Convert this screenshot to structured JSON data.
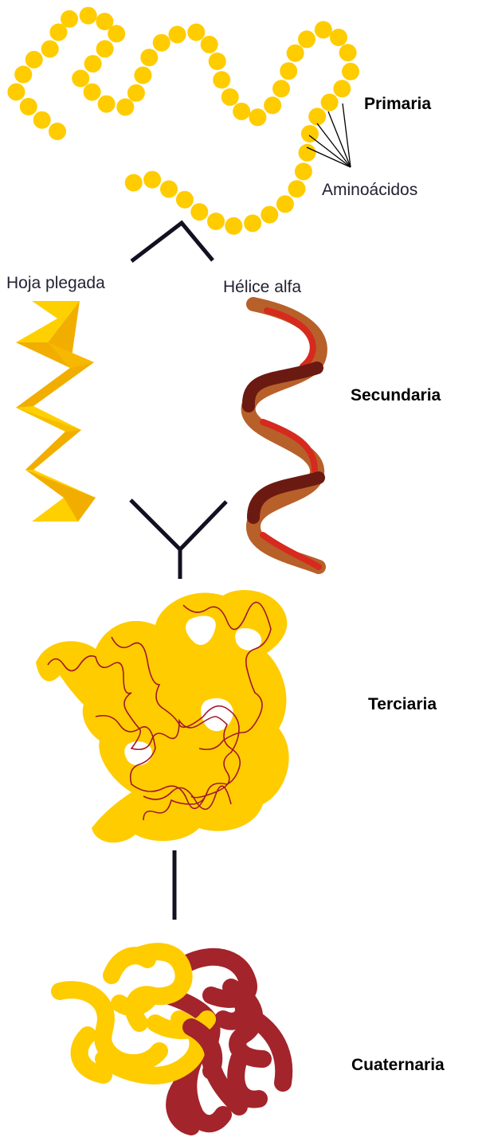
{
  "labels": {
    "primary": "Primaria",
    "amino": "Aminoácidos",
    "sheet": "Hoja plegada",
    "helix": "Hélice alfa",
    "secondary": "Secundaria",
    "tertiary": "Terciaria",
    "quaternary": "Cuaternaria"
  },
  "colors": {
    "bead": "#FFCC00",
    "sheet_light": "#FFD000",
    "sheet_dark": "#F2AE00",
    "helix_dark": "#6B1A12",
    "helix_mid": "#B8602A",
    "helix_red": "#D62A1E",
    "tertiary_body": "#FFCC00",
    "tertiary_line": "#A3172B",
    "quaternary_yellow": "#FFCC00",
    "quaternary_red": "#A3242B",
    "connector": "#111122"
  },
  "structures": [
    {
      "level": "primary",
      "icon": "amino-acid-chain-icon"
    },
    {
      "level": "secondary",
      "icons": [
        "beta-sheet-icon",
        "alpha-helix-icon"
      ]
    },
    {
      "level": "tertiary",
      "icon": "folded-protein-icon"
    },
    {
      "level": "quaternary",
      "icon": "protein-complex-icon"
    }
  ]
}
